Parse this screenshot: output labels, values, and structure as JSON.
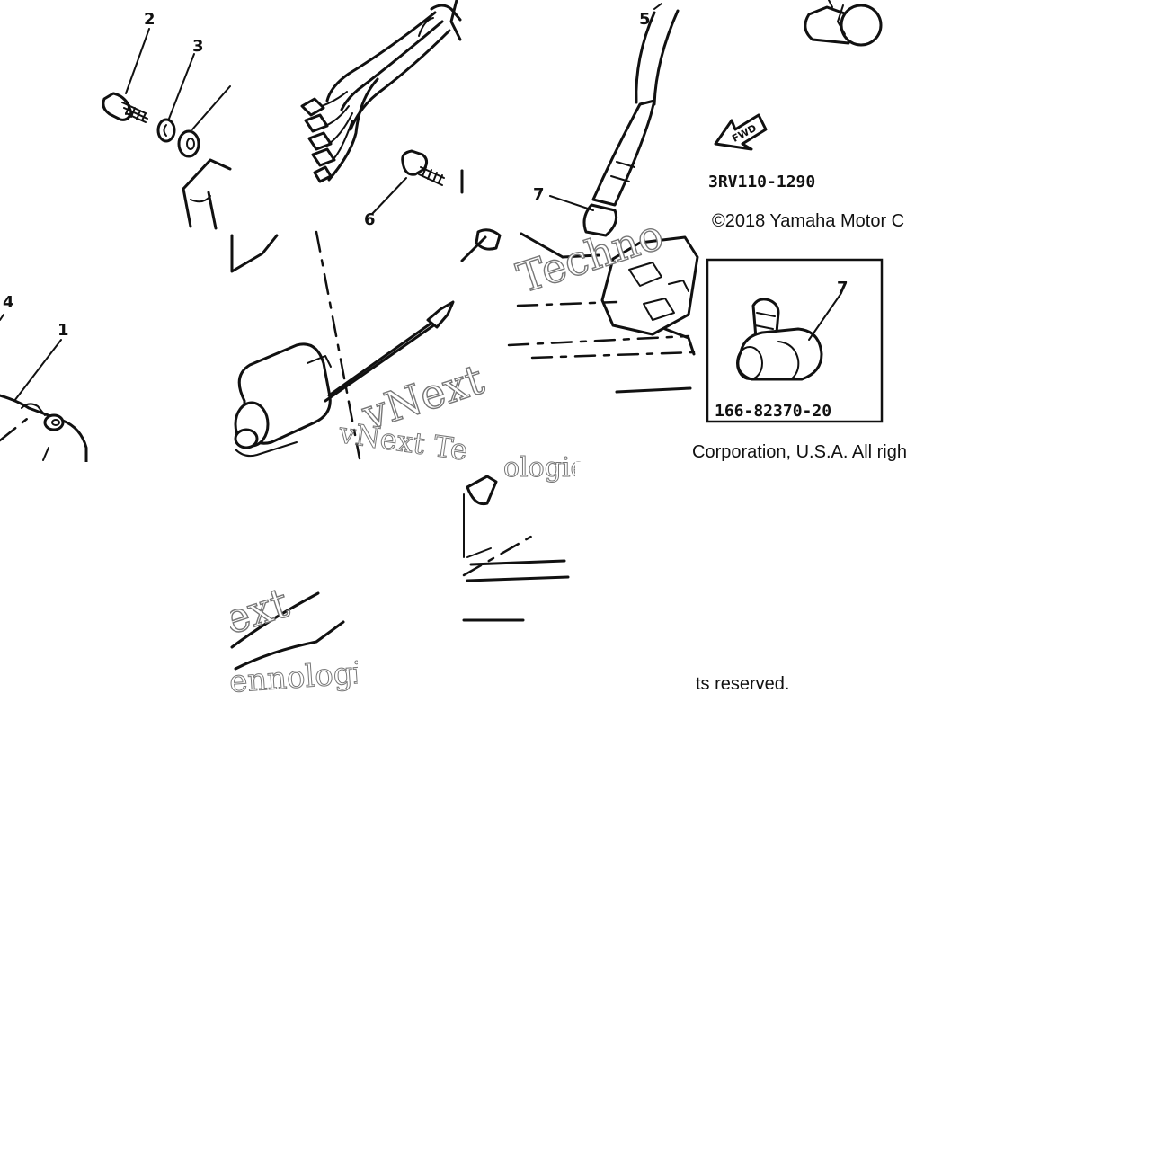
{
  "diagram": {
    "callouts": [
      "2",
      "3",
      "4",
      "1",
      "6",
      "5",
      "7",
      "7"
    ],
    "part_numbers": {
      "main_figure": "3RV110-1290",
      "inset_figure": "166-82370-20"
    },
    "direction_label": "FWD",
    "copyright": {
      "line1": "©2018 Yamaha Motor C",
      "line2": "Corporation, U.S.A. All righ",
      "line3": "ts reserved."
    },
    "watermarks": [
      "Techno",
      "vNext",
      "vNext Te",
      "ologie",
      "ext",
      "ennologic"
    ]
  }
}
